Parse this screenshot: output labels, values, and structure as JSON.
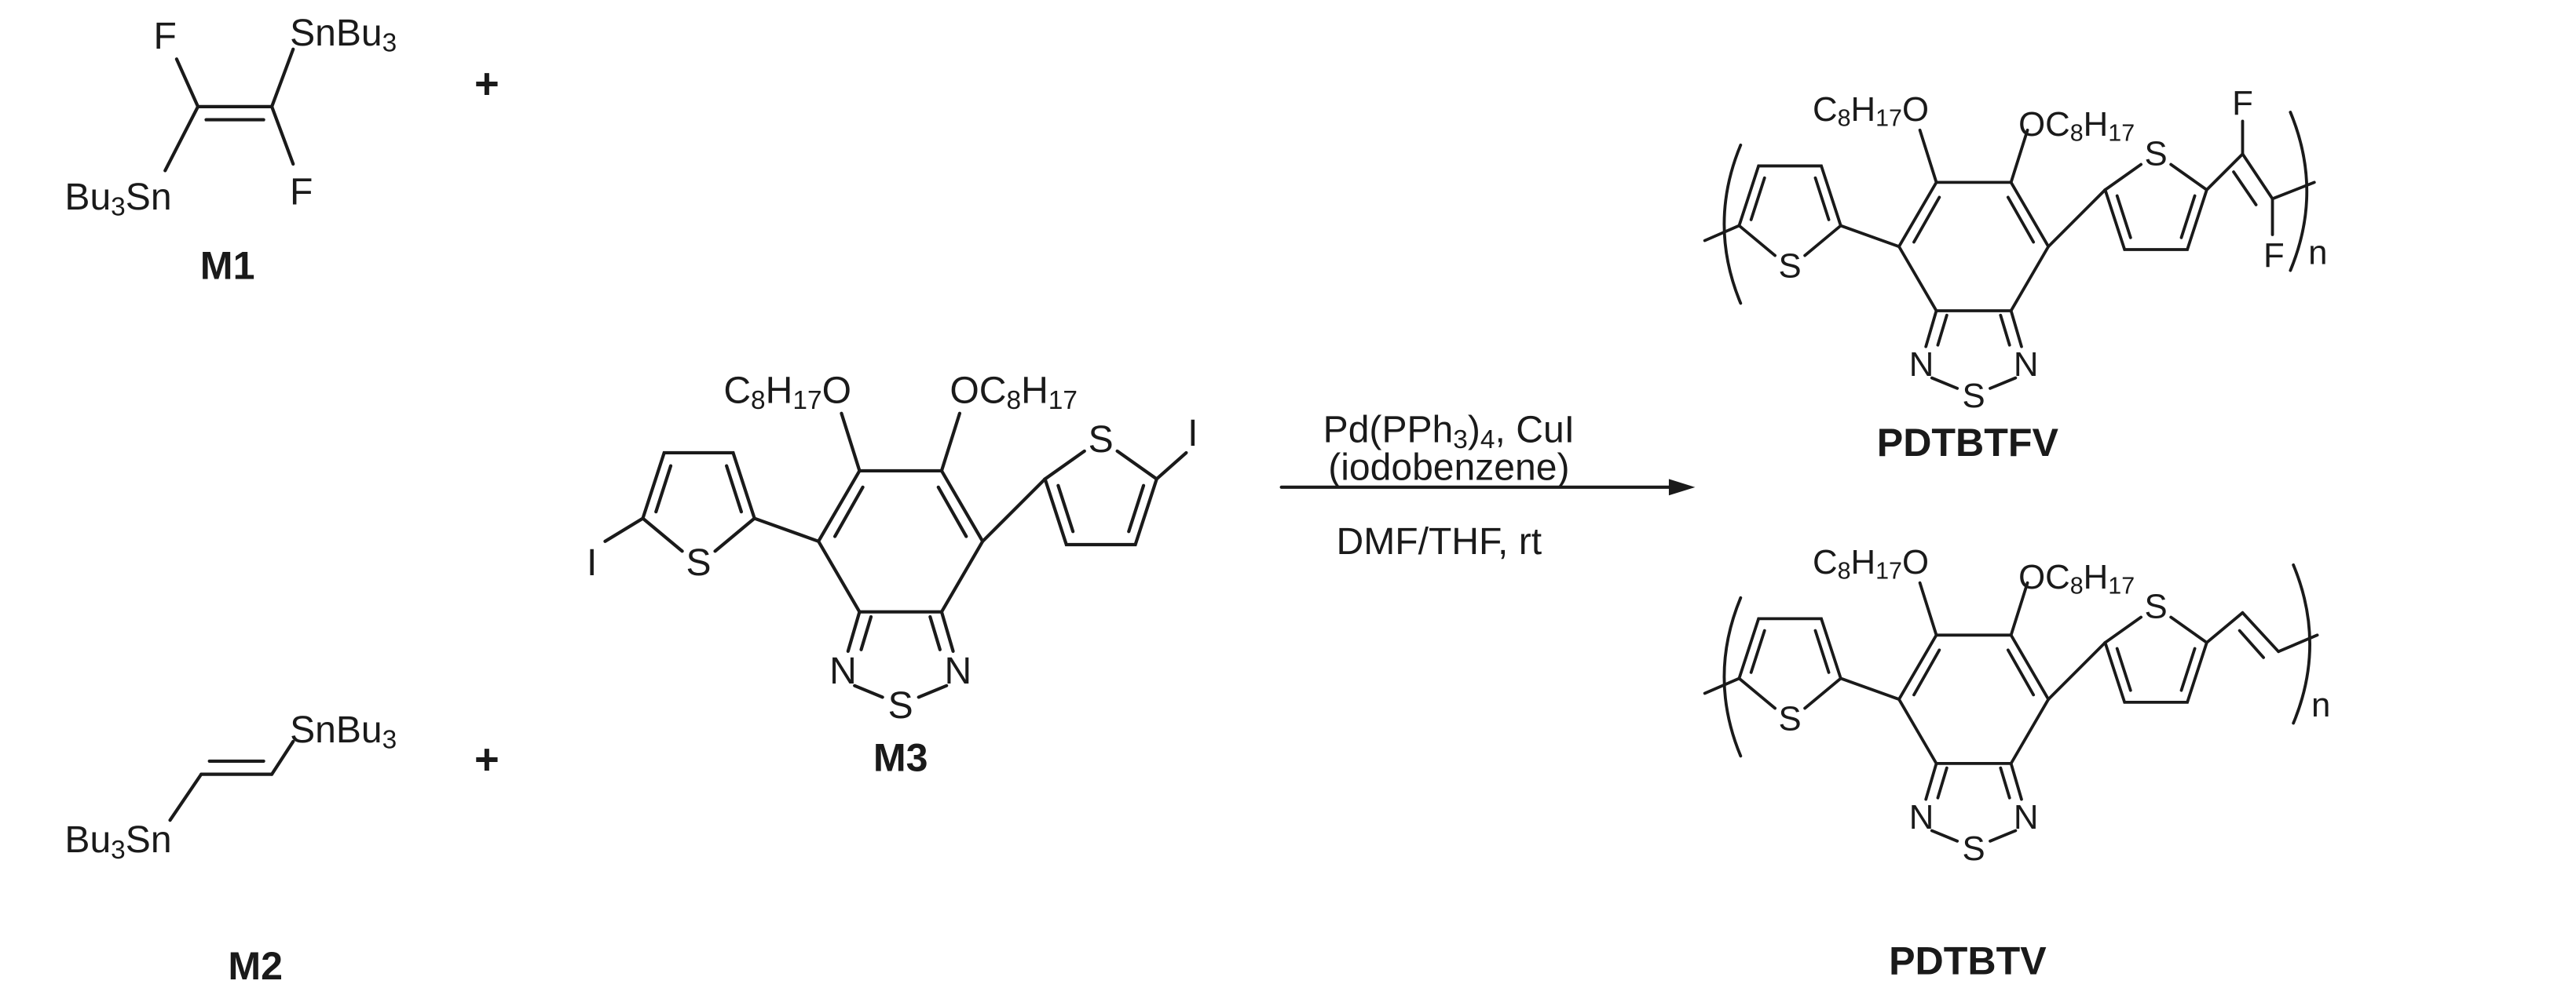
{
  "m1": {
    "label": "M1",
    "f_top": "F",
    "f_bottom": "F",
    "stannyl_right": "SnBu3",
    "stannyl_left": "Bu3Sn",
    "plus": "+"
  },
  "m2": {
    "label": "M2",
    "stannyl_right": "SnBu3",
    "stannyl_left": "Bu3Sn",
    "plus": "+"
  },
  "m3": {
    "label": "M3",
    "alkoxy_left": "C8H17O",
    "alkoxy_right": "OC8H17",
    "iodo_left": "I",
    "iodo_right": "I",
    "thiophene_s": "S",
    "thiadiazole_n": "N",
    "thiadiazole_s": "S"
  },
  "conditions": {
    "catalyst": "Pd(PPh3)4, CuI",
    "additive": "(iodobenzene)",
    "solvent": "DMF/THF, rt"
  },
  "products": [
    {
      "label": "PDTBTFV",
      "alkoxy_left": "C8H17O",
      "alkoxy_right": "OC8H17",
      "thiophene_s": "S",
      "thiadiazole_n": "N",
      "thiadiazole_s": "S",
      "vinyl_f": "F",
      "repeat": "n"
    },
    {
      "label": "PDTBTV",
      "alkoxy_left": "C8H17O",
      "alkoxy_right": "OC8H17",
      "thiophene_s": "S",
      "thiadiazole_n": "N",
      "thiadiazole_s": "S",
      "repeat": "n"
    }
  ]
}
